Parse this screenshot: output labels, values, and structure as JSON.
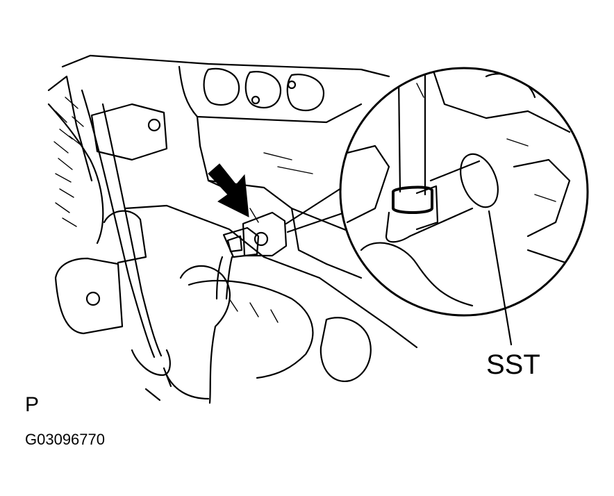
{
  "figure": {
    "callout_label": "SST",
    "view_label": "P",
    "figure_id": "G03096770"
  },
  "colors": {
    "ink": "#000000",
    "background": "#ffffff"
  },
  "icons": {
    "pointer": "arrow-icon"
  }
}
